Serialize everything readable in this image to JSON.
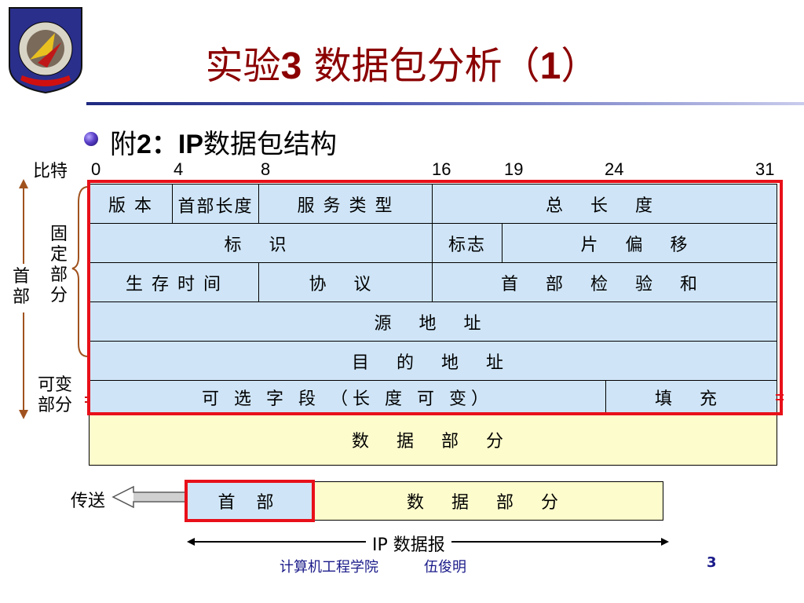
{
  "slide": {
    "title_prefix": "实验",
    "title_num": "3",
    "title_mid": "  数据包分析（",
    "title_num2": "1",
    "title_end": "）",
    "subtitle_a": "附",
    "subtitle_b": "2：IP",
    "subtitle_c": "数据包结构",
    "page_number": "3"
  },
  "diagram": {
    "bit_label": "比特",
    "bit_positions": [
      "0",
      "4",
      "8",
      "16",
      "19",
      "24",
      "31"
    ],
    "side_labels": {
      "fixed": [
        "固",
        "定",
        "部",
        "分"
      ],
      "header": [
        "首",
        "部"
      ],
      "variable": [
        "可变",
        "部分"
      ]
    },
    "rows": {
      "row1": [
        "版 本",
        "首部长度",
        "服 务 类 型",
        "总  长  度"
      ],
      "row2": [
        "标  识",
        "标志",
        "片  偏  移"
      ],
      "row3": [
        "生 存 时 间",
        "协  议",
        "首  部  检  验  和"
      ],
      "row4": "源  地  址",
      "row5": "目  的  地  址",
      "row6": [
        "可  选  字  段  （长  度  可  变）",
        "填    充"
      ],
      "data": "数    据    部    分"
    },
    "bottom": {
      "send_label": "传送",
      "header": "首  部",
      "data": "数    据    部    分",
      "datagram_label": "IP 数据报"
    }
  },
  "footer": {
    "school": "计算机工程学院",
    "author": "伍俊明"
  },
  "colors": {
    "title": "#8B0000",
    "field_fill": "#cfe5f7",
    "data_fill": "#fdfccc",
    "highlight": "#e8101a"
  }
}
